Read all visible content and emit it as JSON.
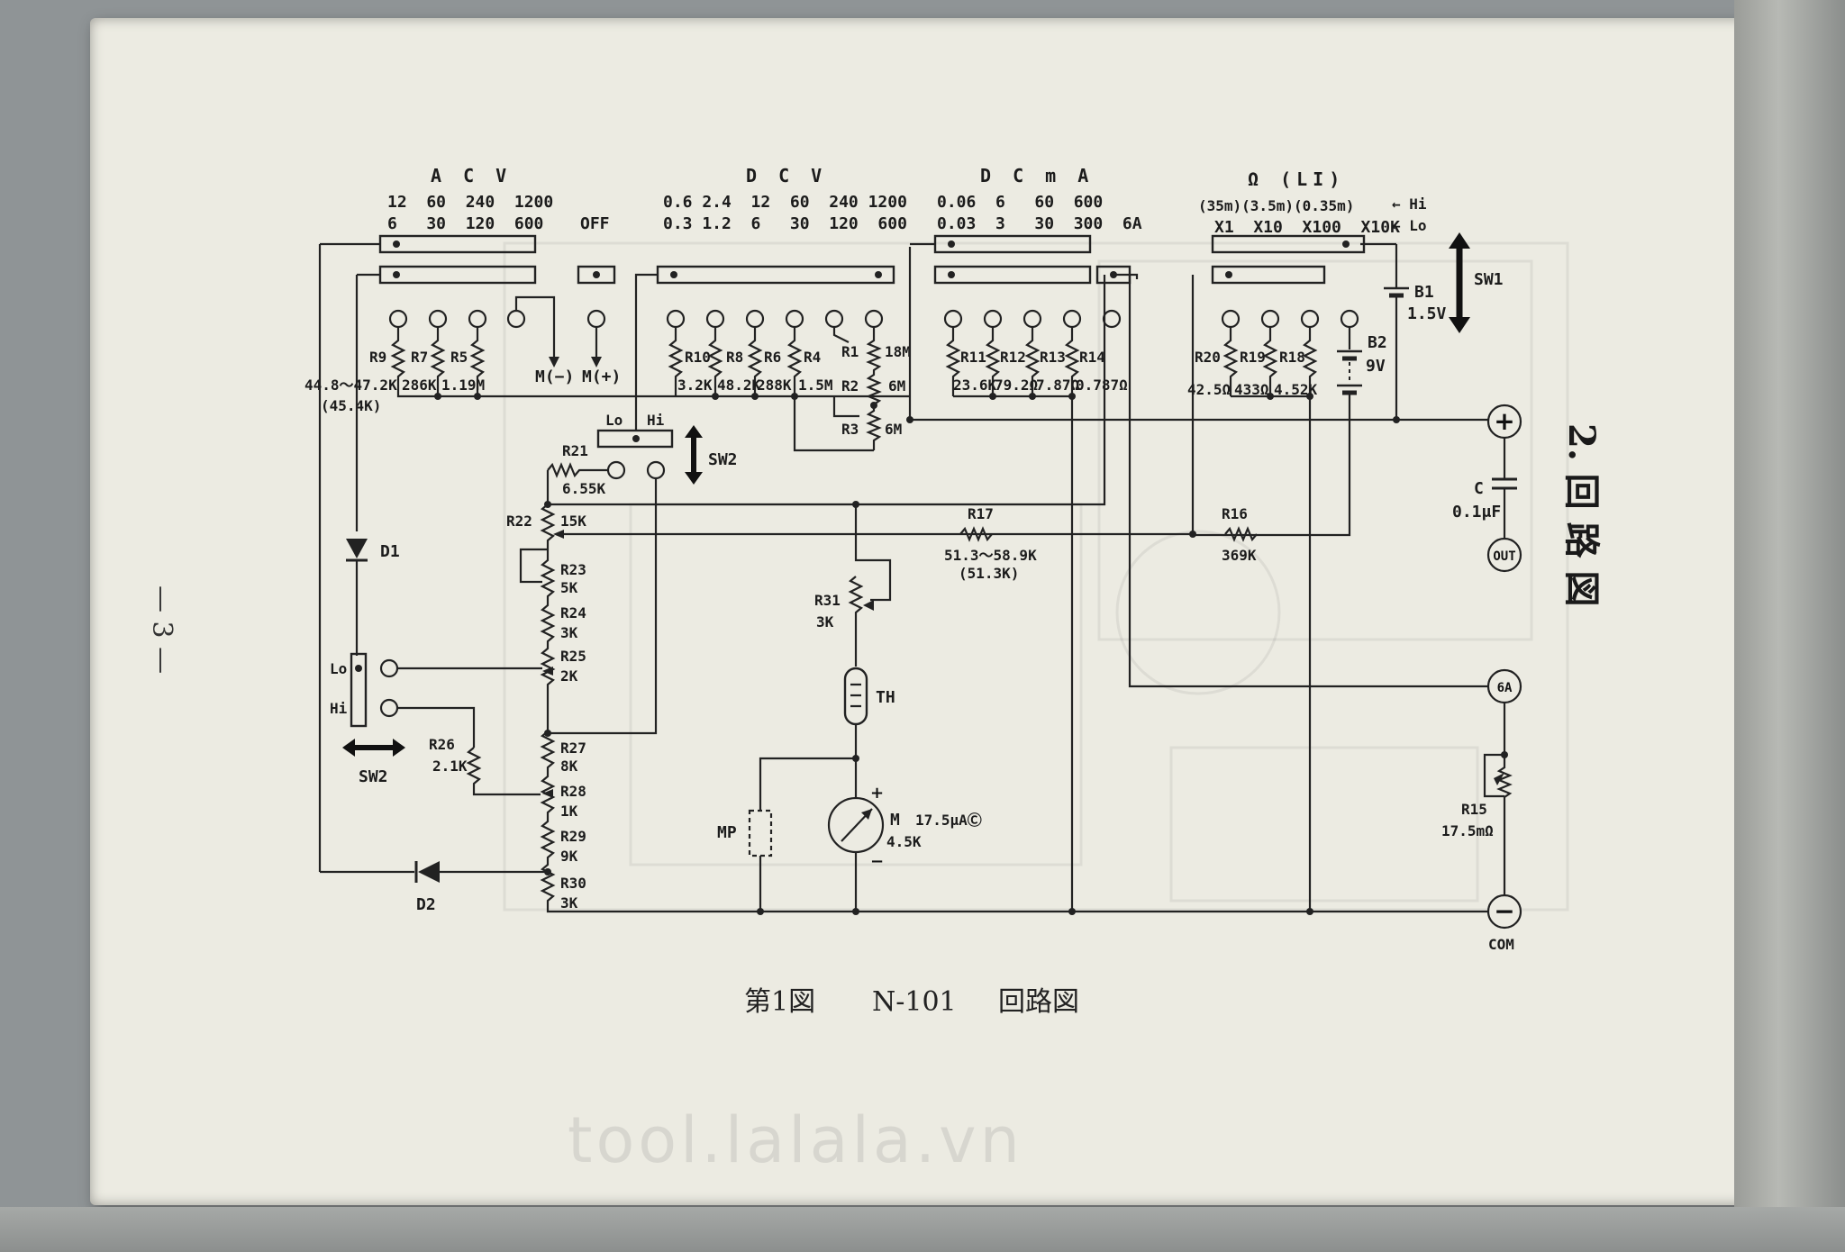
{
  "page_number": "— 3 —",
  "section_title": "2. 回 路 図",
  "caption": {
    "figure": "第1図",
    "model": "N-101",
    "title": "回路図"
  },
  "watermark": "tool.lalala.vn",
  "ranges": {
    "acv": {
      "header": "A C V",
      "row1": "12  60  240  1200",
      "row2": "6   30  120  600"
    },
    "off": "OFF",
    "dcv": {
      "header": "D C V",
      "row1": "0.6 2.4  12  60  240 1200",
      "row2": "0.3 1.2  6   30  120  600"
    },
    "dcma": {
      "header": "D C m A",
      "row1": "0.06  6   60  600",
      "row2": "0.03  3   30  300  6A"
    },
    "ohm": {
      "header": "Ω (LI)",
      "row1": "(35m)(3.5m)(0.35m)",
      "row2": "X1  X10  X100  X10K",
      "hi": "← Hi",
      "lo": "← Lo"
    }
  },
  "switches": {
    "sw1": "SW1",
    "sw2": "SW2",
    "sw2_bottom": "SW2",
    "lo": "Lo",
    "hi": "Hi",
    "lo2": "Lo",
    "hi2": "Hi"
  },
  "meter_labels": {
    "m_minus": "M(−)",
    "m_plus": "M(+)"
  },
  "components": {
    "r9": "R9",
    "r7": "R7",
    "r5": "R5",
    "r7v": "286K",
    "r5v": "1.19M",
    "r9v": "44.8～47.2K",
    "r9v2": "(45.4K)",
    "r10": "R10",
    "r8": "R8",
    "r6": "R6",
    "r4": "R4",
    "r10v": "3.2K",
    "r8v": "48.2K",
    "r6v": "288K",
    "r4v": "1.5M",
    "r1": "R1",
    "r1v": "18M",
    "r2": "R2",
    "r2v": "6M",
    "r3": "R3",
    "r3v": "6M",
    "r11": "R11",
    "r12": "R12",
    "r13": "R13",
    "r14": "R14",
    "r11v": "23.6K",
    "r12v": "79.2Ω",
    "r13v": "7.87Ω",
    "r14v": "0.787Ω",
    "r20": "R20",
    "r19": "R19",
    "r18": "R18",
    "r20v": "42.5Ω",
    "r19v": "433Ω",
    "r18v": "4.52K",
    "b1": "B1",
    "b1v": "1.5V",
    "b2": "B2",
    "b2v": "9V",
    "r21": "R21",
    "r21v": "6.55K",
    "r22": "R22",
    "r22v": "15K",
    "r23": "R23",
    "r23v": "5K",
    "r24": "R24",
    "r24v": "3K",
    "r25": "R25",
    "r25v": "2K",
    "r26": "R26",
    "r26v": "2.1K",
    "r27": "R27",
    "r27v": "8K",
    "r28": "R28",
    "r28v": "1K",
    "r29": "R29",
    "r29v": "9K",
    "r30": "R30",
    "r30v": "3K",
    "r17": "R17",
    "r17v": "51.3～58.9K",
    "r17v2": "(51.3K)",
    "r16": "R16",
    "r16v": "369K",
    "r31": "R31",
    "r31v": "3K",
    "th": "TH",
    "mp": "MP",
    "m": "M",
    "mv": "17.5μAⒸ",
    "mr": "4.5K",
    "d1": "D1",
    "d2": "D2",
    "c": "C",
    "cv": "0.1μF",
    "r15": "R15",
    "r15v": "17.5mΩ"
  },
  "terminals": {
    "plus": "+",
    "out": "OUT",
    "six_a": "6A",
    "minus": "−",
    "com": "COM"
  }
}
